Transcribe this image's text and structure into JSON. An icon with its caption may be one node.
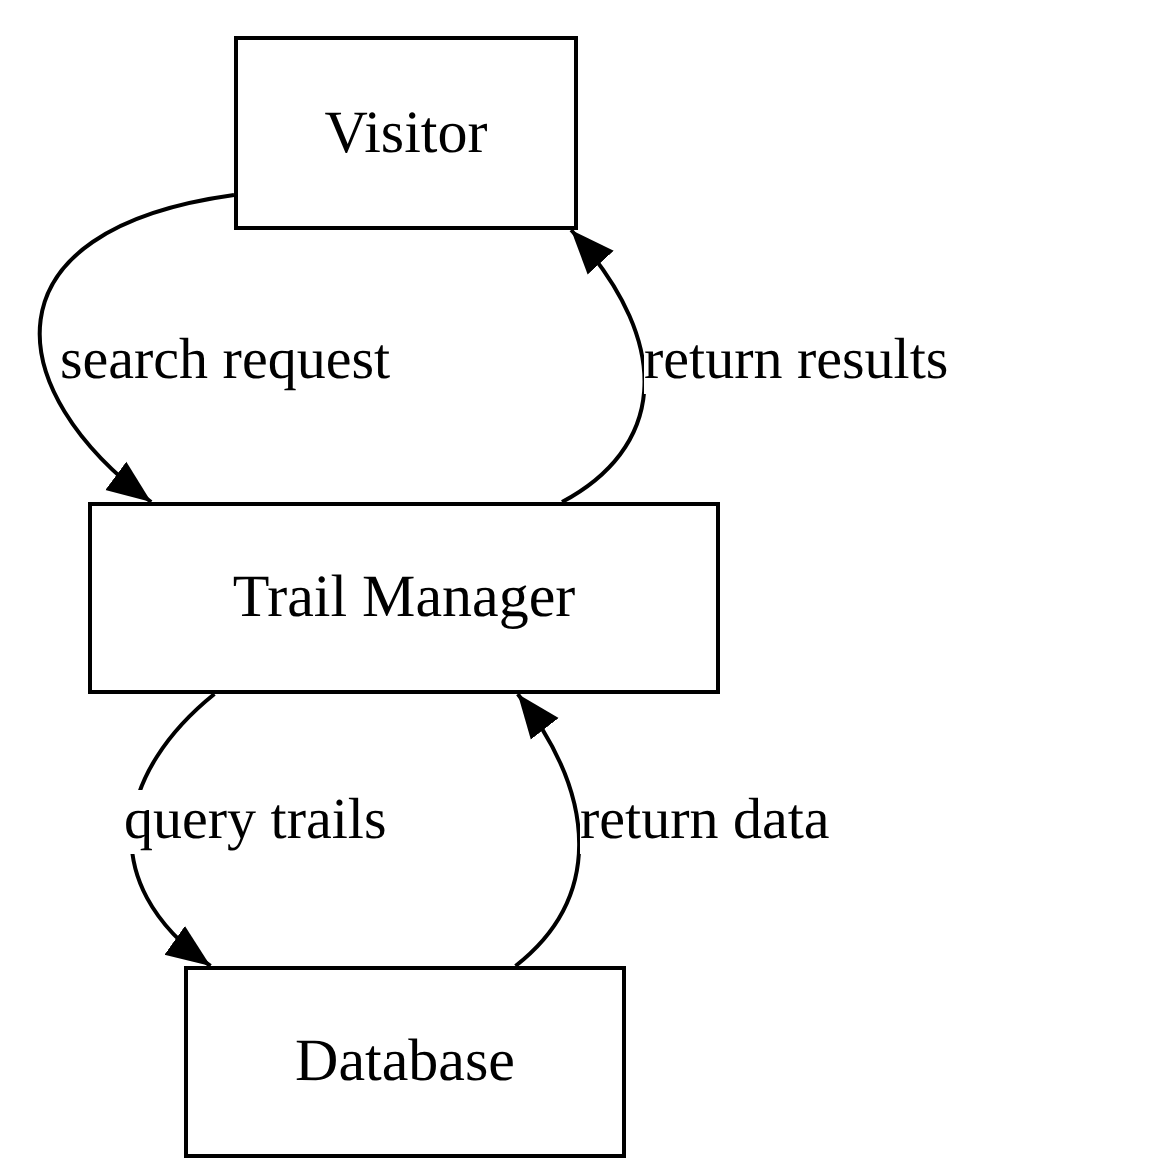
{
  "diagram": {
    "nodes": [
      {
        "text": [
          "Visitor"
        ]
      },
      {
        "text": [
          "Trail Manager"
        ]
      },
      {
        "text": [
          "Database"
        ]
      }
    ],
    "edges": [
      {
        "from": 0,
        "to": 1,
        "arrow": "to",
        "label": "search request"
      },
      {
        "from": 1,
        "to": 0,
        "arrow": "to",
        "label": "return results"
      },
      {
        "from": 1,
        "to": 2,
        "arrow": "to",
        "label": "query trails"
      },
      {
        "from": 2,
        "to": 1,
        "arrow": "to",
        "label": "return data"
      }
    ]
  }
}
